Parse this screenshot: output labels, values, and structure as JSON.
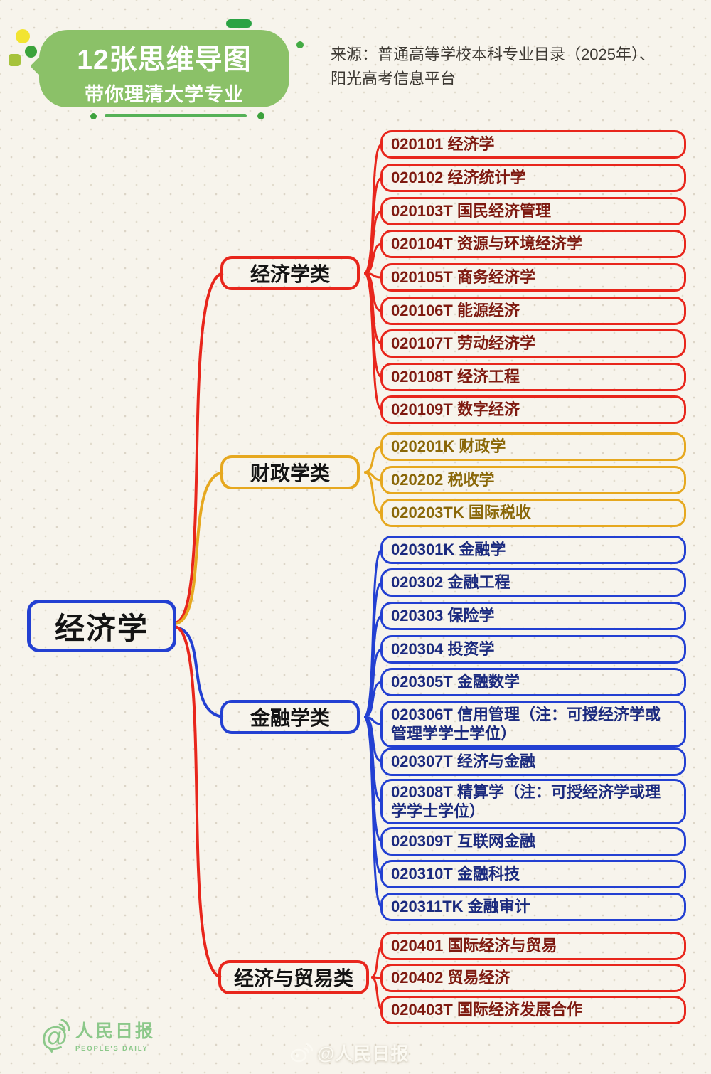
{
  "header": {
    "badge_title": "12张思维导图",
    "badge_subtitle": "带你理清大学专业",
    "source_line1": "来源：普通高等学校本科专业目录（2025年）、",
    "source_line2": "阳光高考信息平台"
  },
  "root": {
    "label": "经济学"
  },
  "branches": [
    {
      "label": "经济学类",
      "color": "#e8261c",
      "text_color": "#7e1a10",
      "children": [
        "020101 经济学",
        "020102 经济统计学",
        "020103T 国民经济管理",
        "020104T 资源与环境经济学",
        "020105T 商务经济学",
        "020106T 能源经济",
        "020107T 劳动经济学",
        "020108T 经济工程",
        "020109T 数字经济"
      ]
    },
    {
      "label": "财政学类",
      "color": "#e6a81f",
      "text_color": "#8a6708",
      "children": [
        "020201K 财政学",
        "020202 税收学",
        "020203TK 国际税收"
      ]
    },
    {
      "label": "金融学类",
      "color": "#2340d2",
      "text_color": "#1b2a7e",
      "children": [
        "020301K 金融学",
        "020302 金融工程",
        "020303 保险学",
        "020304 投资学",
        "020305T 金融数学",
        "020306T 信用管理（注：可授经济学或管理学学士学位）",
        "020307T 经济与金融",
        "020308T 精算学（注：可授经济学或理学学士学位）",
        "020309T 互联网金融",
        "020310T 金融科技",
        "020311TK 金融审计"
      ]
    },
    {
      "label": "经济与贸易类",
      "color": "#e8261c",
      "text_color": "#7e1a10",
      "children": [
        "020401 国际经济与贸易",
        "020402 贸易经济",
        "020403T 国际经济发展合作"
      ]
    }
  ],
  "footer": {
    "logo_at": "@",
    "logo_name": "人民日报",
    "logo_subtitle": "PEOPLE'S DAILY",
    "watermark": "@人民日报"
  },
  "colors": {
    "background": "#f7f4ec",
    "badge_green": "#8bc168",
    "red": "#e8261c",
    "gold": "#e6a81f",
    "blue": "#2340d2"
  }
}
